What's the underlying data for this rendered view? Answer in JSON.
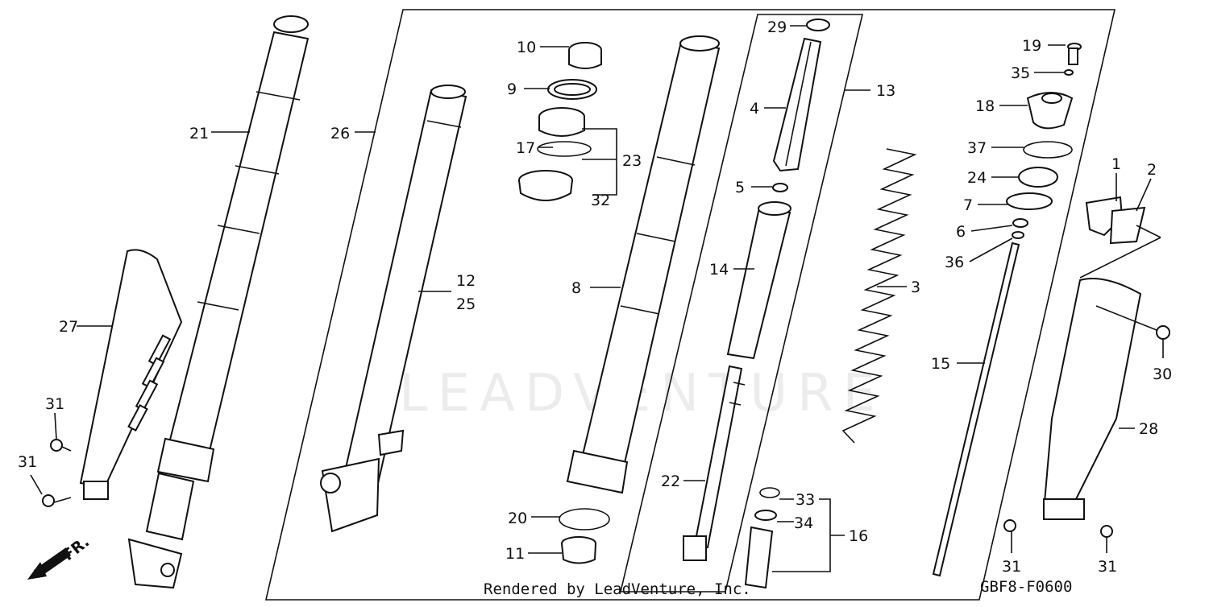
{
  "diagram": {
    "footer_credit": "Rendered by LeadVenture, Inc.",
    "diagram_code": "GBF8-F0600",
    "watermark": "LEADVENTURE",
    "direction_label": "FR.",
    "callouts": {
      "c1": "1",
      "c2": "2",
      "c3": "3",
      "c4": "4",
      "c5": "5",
      "c6": "6",
      "c7": "7",
      "c8": "8",
      "c9": "9",
      "c10": "10",
      "c11": "11",
      "c12": "12",
      "c13": "13",
      "c14": "14",
      "c15": "15",
      "c16": "16",
      "c17": "17",
      "c18": "18",
      "c19": "19",
      "c20": "20",
      "c21": "21",
      "c22": "22",
      "c23": "23",
      "c24": "24",
      "c25": "25",
      "c26": "26",
      "c27": "27",
      "c28": "28",
      "c29": "29",
      "c30": "30",
      "c31a": "31",
      "c31b": "31",
      "c31c": "31",
      "c31d": "31",
      "c32": "32",
      "c33": "33",
      "c34": "34",
      "c35": "35",
      "c36": "36",
      "c37": "37"
    }
  }
}
